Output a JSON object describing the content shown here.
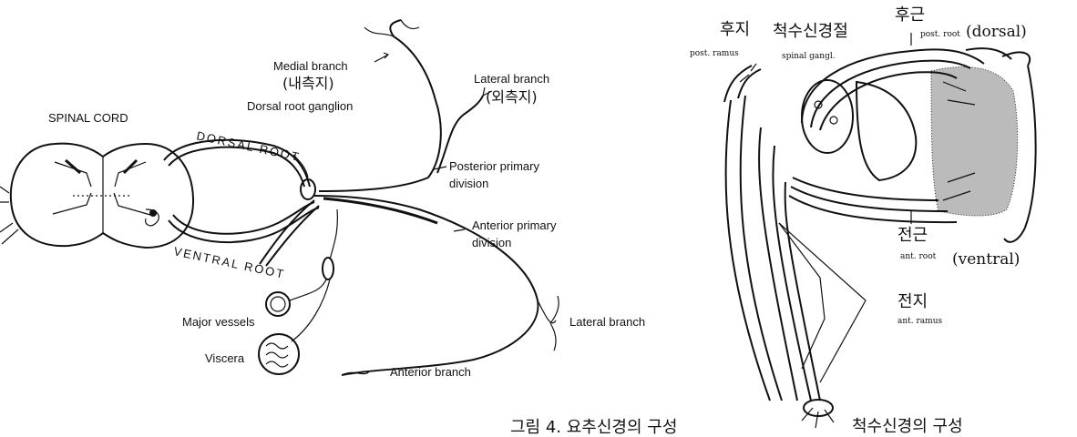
{
  "left_figure": {
    "spinal_cord": "SPINAL CORD",
    "dorsal_root": "DORSAL ROOT",
    "ventral_root": "VENTRAL ROOT",
    "dorsal_root_ganglion": "Dorsal root ganglion",
    "medial_branch": "Medial branch",
    "medial_branch_ko": "(내측지)",
    "lateral_branch_top": "Lateral branch",
    "lateral_branch_top_ko": "(외측지)",
    "posterior_primary_division_1": "Posterior primary",
    "posterior_primary_division_2": "division",
    "anterior_primary_division_1": "Anterior primary",
    "anterior_primary_division_2": "division",
    "lateral_branch_bottom": "Lateral branch",
    "anterior_branch": "Anterior branch",
    "major_vessels": "Major vessels",
    "viscera": "Viscera"
  },
  "caption": "그림 4. 요추신경의 구성",
  "right_figure": {
    "post_ramus_ko": "후지",
    "post_ramus": "post. ramus",
    "spinal_ganglion_ko": "척수신경절",
    "spinal_ganglion": "spinal gangl.",
    "post_root_ko": "후근",
    "post_root": "post. root",
    "dorsal": "(dorsal)",
    "ant_root_ko": "전근",
    "ant_root": "ant. root",
    "ventral": "(ventral)",
    "ant_ramus_ko": "전지",
    "ant_ramus": "ant. ramus",
    "caption": "척수신경의 구성"
  }
}
